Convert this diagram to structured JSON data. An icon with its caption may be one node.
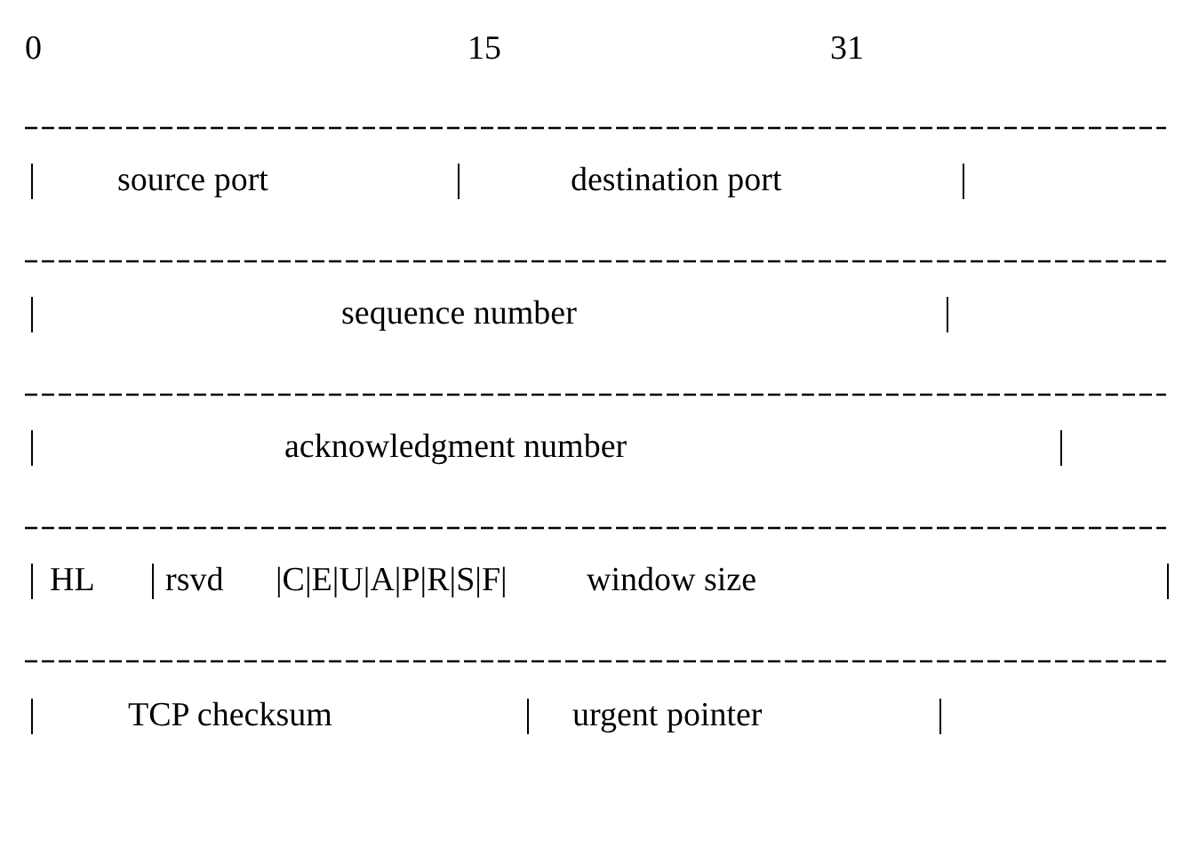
{
  "diagram": {
    "labels": [
      "0",
      "15",
      "31",
      "source port",
      "destination port",
      "sequence number",
      "acknowledgment number",
      "HL",
      "rsvd",
      "|C|E|U|A|P|R|S|F|",
      "window size",
      "TCP checksum",
      "urgent pointer"
    ]
  }
}
